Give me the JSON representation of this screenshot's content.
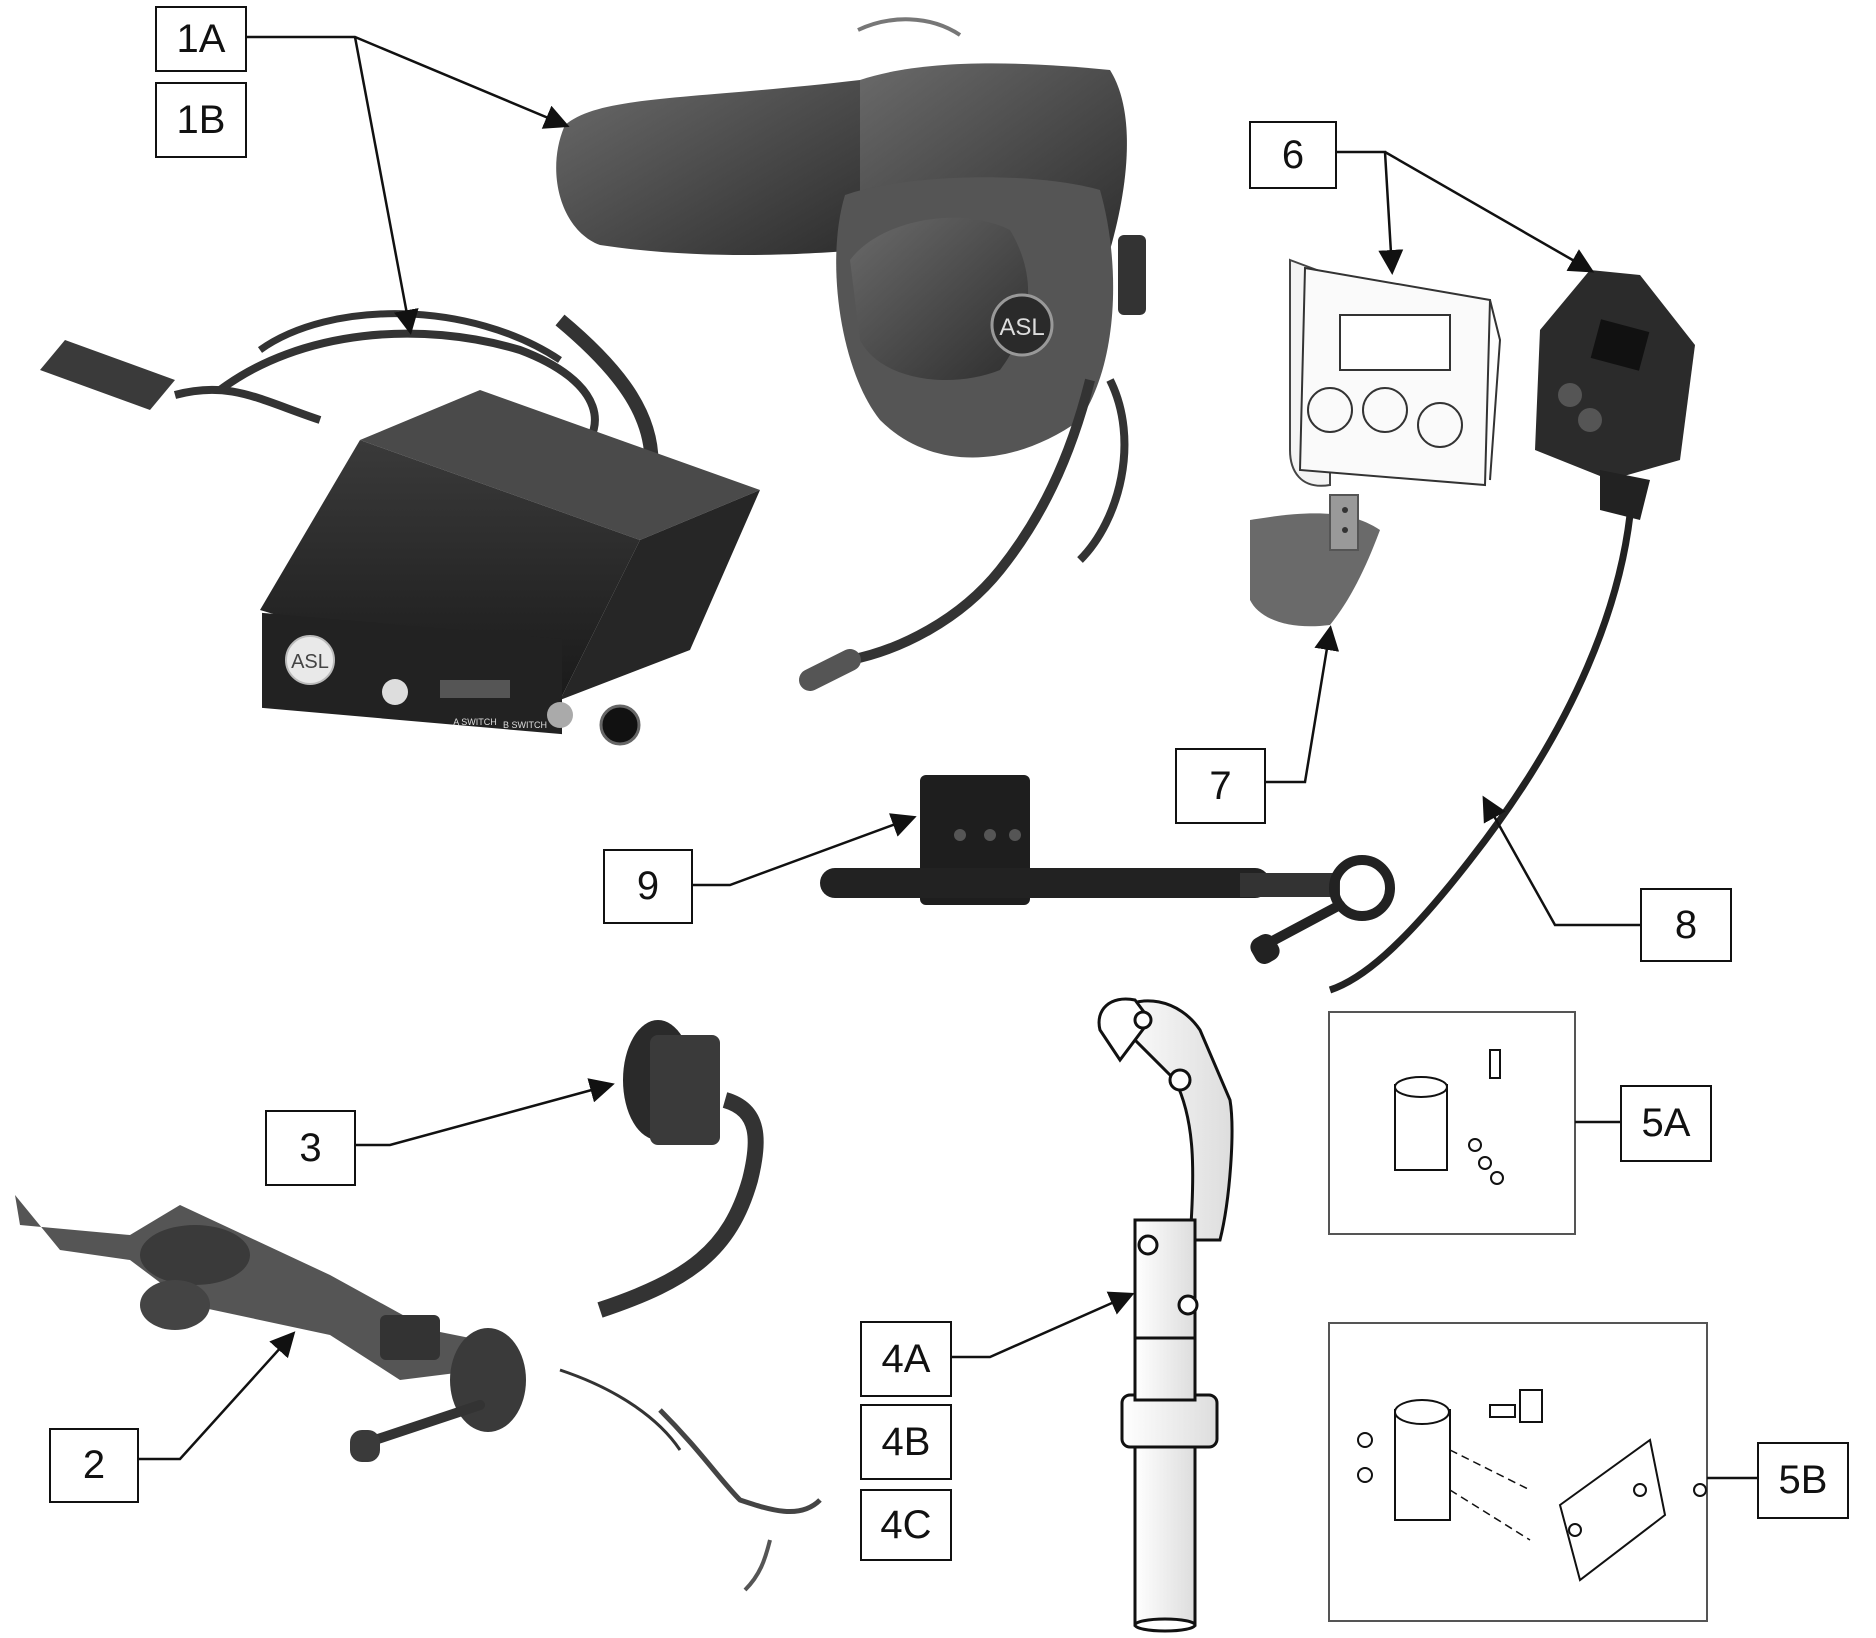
{
  "diagram": {
    "labels": [
      "1A",
      "1B",
      "6",
      "7",
      "9",
      "8",
      "3",
      "2",
      "4A",
      "4B",
      "4C",
      "5A",
      "5B"
    ],
    "device": {
      "brand": "ASL",
      "switch_left": "A SWITCH",
      "switch_right": "B SWITCH"
    },
    "headrest_badge": "ASL",
    "colors": {
      "ink": "#111111",
      "dark_part": "#2b2b2b",
      "mid_part": "#555555",
      "light_part": "#9a9a9a",
      "pad": "#4a4a4a"
    }
  }
}
